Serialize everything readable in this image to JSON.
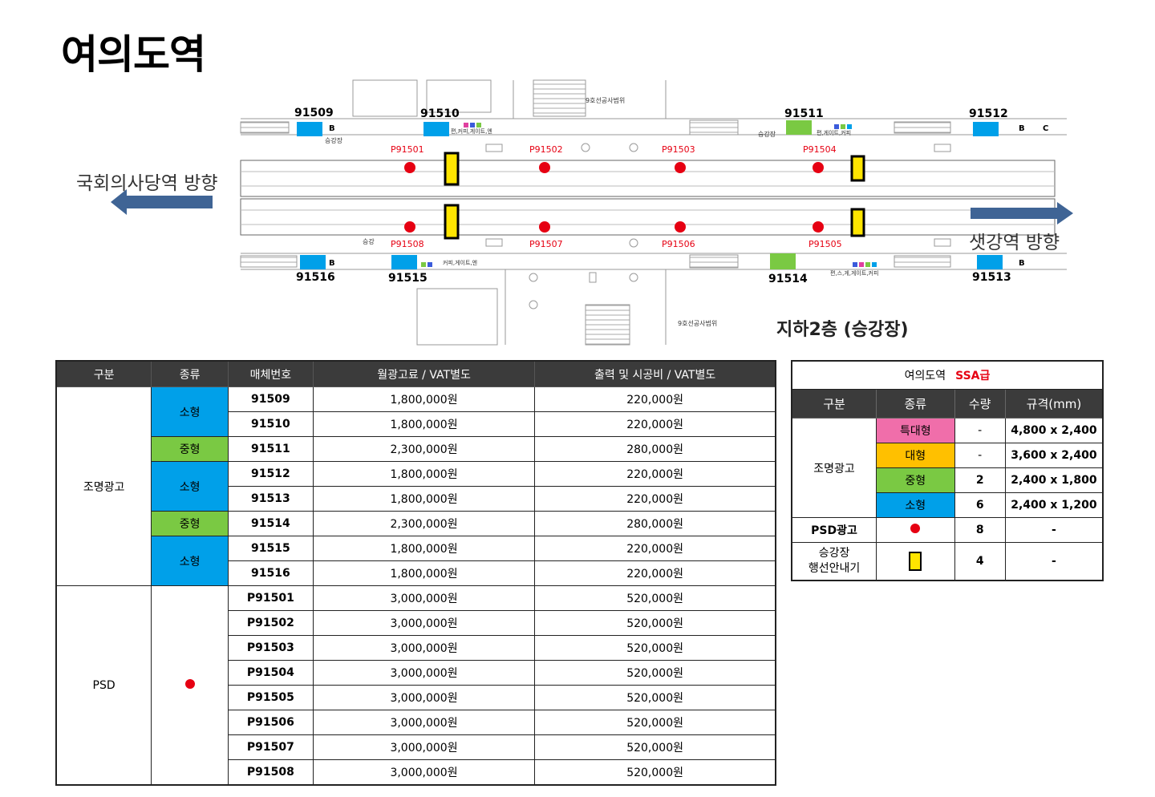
{
  "page_title": "여의도역",
  "plan": {
    "direction_left": "국회의사당역 방향",
    "direction_right": "샛강역 방향",
    "floor_label": "지하2층 (승강장)",
    "top_media": [
      "91509",
      "91510",
      "91511",
      "91512"
    ],
    "bottom_media": [
      "91516",
      "91515",
      "91514",
      "91513"
    ],
    "psd_top": [
      "P91501",
      "P91502",
      "P91503",
      "P91504"
    ],
    "psd_bottom": [
      "P91508",
      "P91507",
      "P91506",
      "P91505"
    ],
    "small_labels": {
      "line9_top": "9호선공사범위",
      "line9_bottom": "9호선공사범위",
      "platform_a": "승강장",
      "platform_b": "승강장",
      "platform_c": "승강",
      "shop_a": "편,커피,게이트,엔",
      "shop_b": "편,게이트,커피",
      "shop_c": "커피,게이트,엔",
      "shop_d": "편,스,게,게이트,커피",
      "b_mark": "B",
      "c_mark": "C"
    }
  },
  "main_table": {
    "headers": [
      "구분",
      "종류",
      "매체번호",
      "월광고료 / VAT별도",
      "출력 및 시공비 / VAT별도"
    ],
    "group_lighting": "조명광고",
    "group_psd": "PSD",
    "type_small": "소형",
    "type_mid": "중형",
    "rows": [
      {
        "code": "91509",
        "fee": "1,800,000원",
        "cost": "220,000원"
      },
      {
        "code": "91510",
        "fee": "1,800,000원",
        "cost": "220,000원"
      },
      {
        "code": "91511",
        "fee": "2,300,000원",
        "cost": "280,000원"
      },
      {
        "code": "91512",
        "fee": "1,800,000원",
        "cost": "220,000원"
      },
      {
        "code": "91513",
        "fee": "1,800,000원",
        "cost": "220,000원"
      },
      {
        "code": "91514",
        "fee": "2,300,000원",
        "cost": "280,000원"
      },
      {
        "code": "91515",
        "fee": "1,800,000원",
        "cost": "220,000원"
      },
      {
        "code": "91516",
        "fee": "1,800,000원",
        "cost": "220,000원"
      },
      {
        "code": "P91501",
        "fee": "3,000,000원",
        "cost": "520,000원"
      },
      {
        "code": "P91502",
        "fee": "3,000,000원",
        "cost": "520,000원"
      },
      {
        "code": "P91503",
        "fee": "3,000,000원",
        "cost": "520,000원"
      },
      {
        "code": "P91504",
        "fee": "3,000,000원",
        "cost": "520,000원"
      },
      {
        "code": "P91505",
        "fee": "3,000,000원",
        "cost": "520,000원"
      },
      {
        "code": "P91506",
        "fee": "3,000,000원",
        "cost": "520,000원"
      },
      {
        "code": "P91507",
        "fee": "3,000,000원",
        "cost": "520,000원"
      },
      {
        "code": "P91508",
        "fee": "3,000,000원",
        "cost": "520,000원"
      }
    ]
  },
  "summary_table": {
    "station": "여의도역",
    "grade": "SSA급",
    "headers": [
      "구분",
      "종류",
      "수량",
      "규격(mm)"
    ],
    "group_lighting": "조명광고",
    "rows": [
      {
        "type": "특대형",
        "qty": "-",
        "spec": "4,800 x 2,400"
      },
      {
        "type": "대형",
        "qty": "-",
        "spec": "3,600 x 2,400"
      },
      {
        "type": "중형",
        "qty": "2",
        "spec": "2,400 x 1,800"
      },
      {
        "type": "소형",
        "qty": "6",
        "spec": "2,400 x 1,200"
      }
    ],
    "psd_label": "PSD광고",
    "psd_qty": "8",
    "psd_spec": "-",
    "guide_label_1": "승강장",
    "guide_label_2": "행선안내기",
    "guide_qty": "4",
    "guide_spec": "-"
  },
  "colors": {
    "small": "#00a0e9",
    "mid": "#7ac943",
    "xl": "#f06eaa",
    "large": "#ffc000",
    "psd": "#e60012",
    "header_bg": "#3b3b3b",
    "arrow": "#3f6495"
  }
}
